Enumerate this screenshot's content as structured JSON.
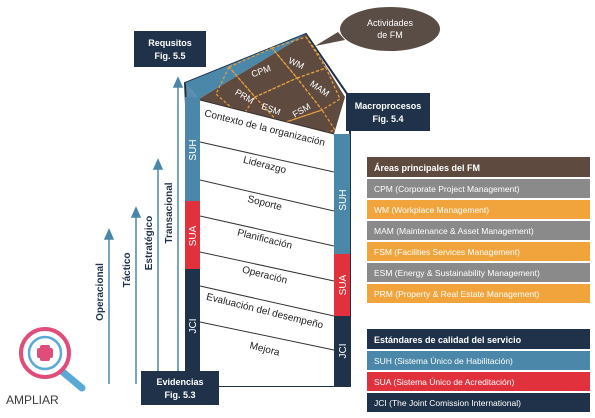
{
  "badges": {
    "requisitos_title": "Requsitos",
    "requisitos_fig": "Fig. 5.5",
    "macro_title": "Macroprocesos",
    "macro_fig": "Fig. 5.4",
    "evid_title": "Evidencias",
    "evid_fig": "Fig. 5.3"
  },
  "bubble": {
    "line1": "Actividades",
    "line2": "de FM"
  },
  "roof_cells": [
    "CPM",
    "WM",
    "MAM",
    "PRM",
    "ESM",
    "FSM"
  ],
  "steps": [
    "Contexto de la organización",
    "Liderazgo",
    "Soporte",
    "Planificación",
    "Operación",
    "Evaluación del desempeño",
    "Mejora"
  ],
  "left_bars": [
    "SUH",
    "SUA",
    "JCI"
  ],
  "right_bars": [
    "SUH",
    "SUA",
    "JCI"
  ],
  "levels": {
    "operational": "Operacional",
    "tactical": "Táctico",
    "strategic": "Estratégico",
    "transactional": "Transacional"
  },
  "areas": {
    "header": "Áreas principales del FM",
    "items": [
      "CPM (Corporate Project Management)",
      "WM (Workplace Management)",
      "MAM (Maintenance & Asset Management)",
      "FSM (Facilities Services Management)",
      "ESM (Energy & Sustainability Management)",
      "PRM (Property & Real Estate Management)"
    ]
  },
  "standards": {
    "header": "Estándares de calidad del servicio",
    "items": [
      "SUH (Sistema Único de Habilitación)",
      "SUA (Sistema Único de Acreditación)",
      "JCI (The Joint Comission International)"
    ]
  },
  "zoom": {
    "label": "AMPLIAR"
  },
  "colors": {
    "navy": "#1f3249",
    "teal": "#4a87a8",
    "red": "#e0313d",
    "orange": "#f2a43c",
    "gray": "#8a8a8a",
    "roof": "#5e4a3e",
    "bubble": "#5a4d45",
    "zoom_pink": "#e04d7a",
    "zoom_blue": "#5aa9d6"
  }
}
